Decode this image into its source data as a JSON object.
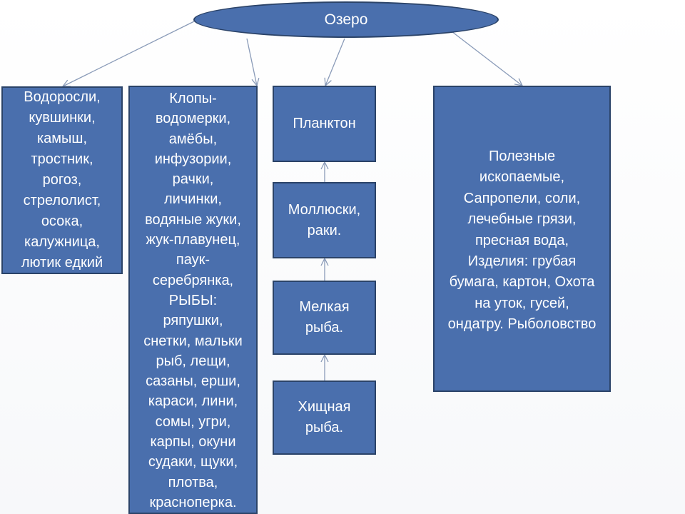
{
  "diagram": {
    "root": {
      "label": "Озеро"
    },
    "plants": {
      "text": "Водоросли,\nкувшинки,\nкамыш,\nтростник,\nрогоз,\nстрелолист,\nосока,\nкалужница,\nлютик едкий"
    },
    "animals": {
      "text": "Клопы-\nводомерки,\nамёбы,\nинфузории,\nрачки,\nличинки,\nводяные жуки,\nжук-плавунец,\nпаук-\nсеребрянка,\nРЫБЫ:\nряпушки,\nснетки, мальки\nрыб, лещи,\nсазаны, ерши,\nкараси, лини,\nсомы, угри,\nкарпы, окуни\nсудаки, щуки,\nплотва,\nкраснoперка."
    },
    "food_chain": [
      {
        "label": "Планктон"
      },
      {
        "label": "Моллюски,\nраки."
      },
      {
        "label": "Мелкая\nрыба."
      },
      {
        "label": "Хищная\nрыба."
      }
    ],
    "resources": {
      "text": "Полезные\nископаемые,\nСапропели, соли,\nлечебные грязи,\nпресная вода,\nИзделия: грубая\nбумага, картон, Охота\nна уток, гусей,\nондатру. Рыболовство"
    },
    "colors": {
      "node_fill": "#4a6fad",
      "node_border": "#2b4368",
      "node_text": "#ffffff",
      "connector": "#8a9bb8"
    }
  }
}
